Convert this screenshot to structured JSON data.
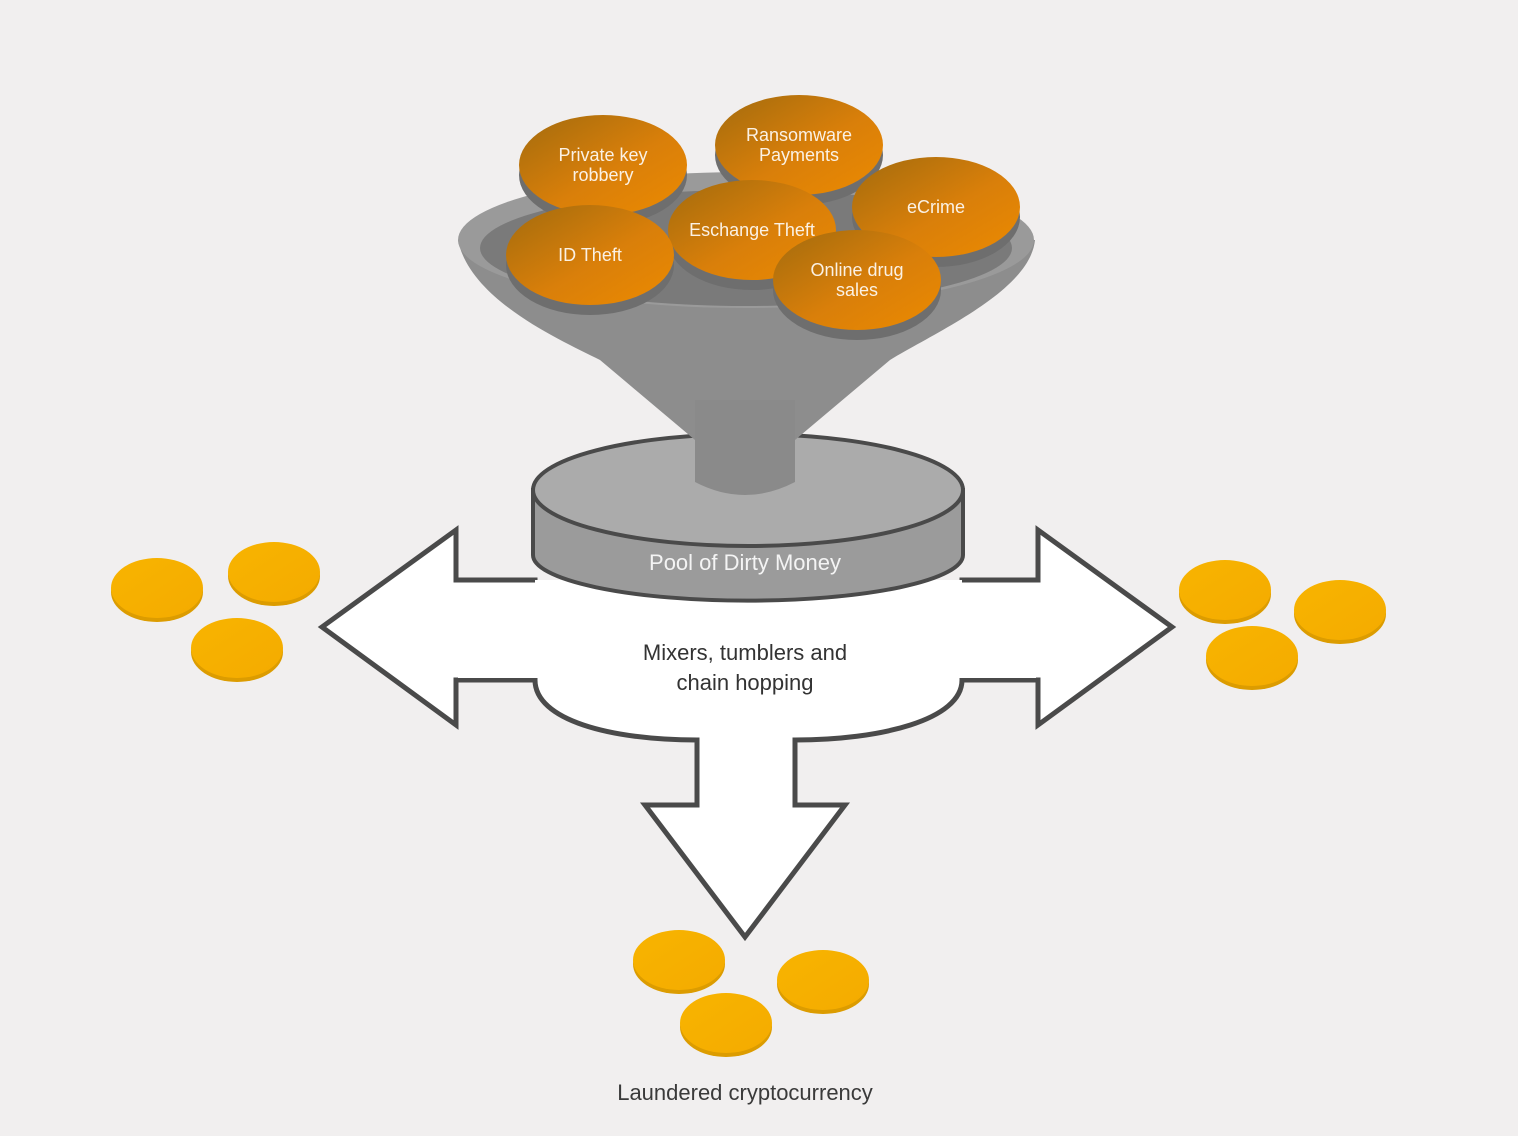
{
  "diagram": {
    "title": "Crypto money laundering flow",
    "sources": [
      {
        "id": "private-key-robbery",
        "lines": [
          "Private key",
          "robbery"
        ]
      },
      {
        "id": "ransomware-payments",
        "lines": [
          "Ransomware",
          "Payments"
        ]
      },
      {
        "id": "ecrime",
        "lines": [
          "eCrime"
        ]
      },
      {
        "id": "exchange-theft",
        "lines": [
          "Eschange Theft"
        ]
      },
      {
        "id": "id-theft",
        "lines": [
          "ID Theft"
        ]
      },
      {
        "id": "online-drug-sales",
        "lines": [
          "Online drug",
          "sales"
        ]
      }
    ],
    "pool_label": "Pool of Dirty Money",
    "mixer_lines": [
      "Mixers, tumblers and",
      "chain hopping"
    ],
    "output_label": "Laundered cryptocurrency",
    "colors": {
      "background": "#f1efef",
      "source_coin": "#d97f0a",
      "source_coin_dark": "#a86a10",
      "funnel": "#8c8c8c",
      "funnel_rim": "#9d9d9d",
      "pool_top": "#ababab",
      "pool_side": "#9b9b9b",
      "arrow_fill": "#ffffff",
      "arrow_stroke": "#4a4a4a",
      "laundered_coin": "#f7b000",
      "laundered_coin_edge": "#e0a000"
    }
  }
}
